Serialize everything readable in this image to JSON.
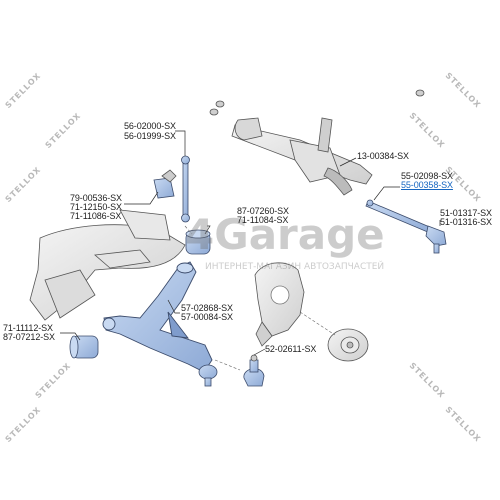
{
  "part_labels": [
    {
      "id": "a",
      "codes": [
        "56-02000-SX",
        "56-01999-SX"
      ]
    },
    {
      "id": "b",
      "codes": [
        "79-00536-SX",
        "71-12150-SX",
        "71-11086-SX"
      ]
    },
    {
      "id": "c",
      "codes": [
        "87-07260-SX",
        "71-11084-SX"
      ]
    },
    {
      "id": "d",
      "codes": [
        "13-00384-SX"
      ]
    },
    {
      "id": "e",
      "codes": [
        "55-02098-SX",
        "55-00358-SX"
      ],
      "highlighted_index": 1
    },
    {
      "id": "f",
      "codes": [
        "51-01317-SX",
        "51-01316-SX"
      ]
    },
    {
      "id": "g",
      "codes": [
        "57-02868-SX",
        "57-00084-SX"
      ]
    },
    {
      "id": "h",
      "codes": [
        "71-11112-SX",
        "87-07212-SX"
      ]
    },
    {
      "id": "i",
      "codes": [
        "52-02611-SX"
      ]
    }
  ],
  "brand_text": "STELLOX",
  "watermark": {
    "title": "4Garage",
    "subtitle": "ИНТЕРНЕТ-МАГАЗИН АВТОЗАПЧАСТЕЙ"
  },
  "colors": {
    "part_blue": "#a9c1e6",
    "part_outline": "#3c4c6c",
    "highlight_link": "#1565c0",
    "line": "#2a2a2a"
  }
}
